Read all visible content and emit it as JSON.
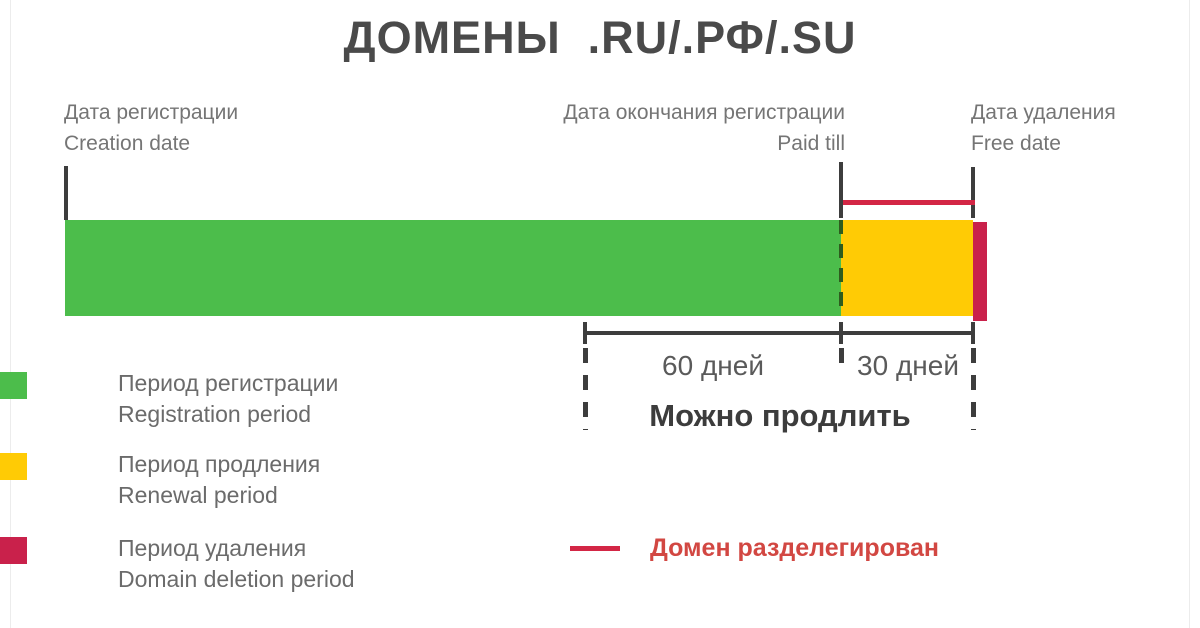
{
  "title": "ДОМЕНЫ  .RU/.РФ/.SU",
  "colors": {
    "green": "#4cbd4b",
    "yellow": "#ffcb05",
    "red": "#c9214b",
    "redline": "#d32645"
  },
  "timeline": {
    "creation": {
      "ru": "Дата регистрации",
      "en": "Creation date"
    },
    "paid_till": {
      "ru": "Дата окончания регистрации",
      "en": "Paid till"
    },
    "free_date": {
      "ru": "Дата удаления",
      "en": "Free date"
    },
    "before_days": "60 дней",
    "after_days": "30 дней",
    "renew_note": "Можно продлить",
    "segments": [
      {
        "name": "registration",
        "color": "#4cbd4b",
        "from": "Creation date",
        "to": "Paid till"
      },
      {
        "name": "renewal",
        "color": "#ffcb05",
        "from": "Paid till",
        "to": "Free date",
        "duration": "30 дней"
      },
      {
        "name": "deletion",
        "color": "#c9214b",
        "at": "Free date"
      }
    ],
    "renew_window": {
      "before_paid_till": "60 дней",
      "after_paid_till": "30 дней"
    }
  },
  "legend": {
    "items": [
      {
        "ru": "Период регистрации",
        "en": "Registration period",
        "color": "#4cbd4b"
      },
      {
        "ru": "Период продления",
        "en": "Renewal period",
        "color": "#ffcb05"
      },
      {
        "ru": "Период удаления",
        "en": "Domain deletion period",
        "color": "#c9214b"
      }
    ],
    "delegation": {
      "label": "Домен разделегирован",
      "color": "#d32645"
    }
  }
}
